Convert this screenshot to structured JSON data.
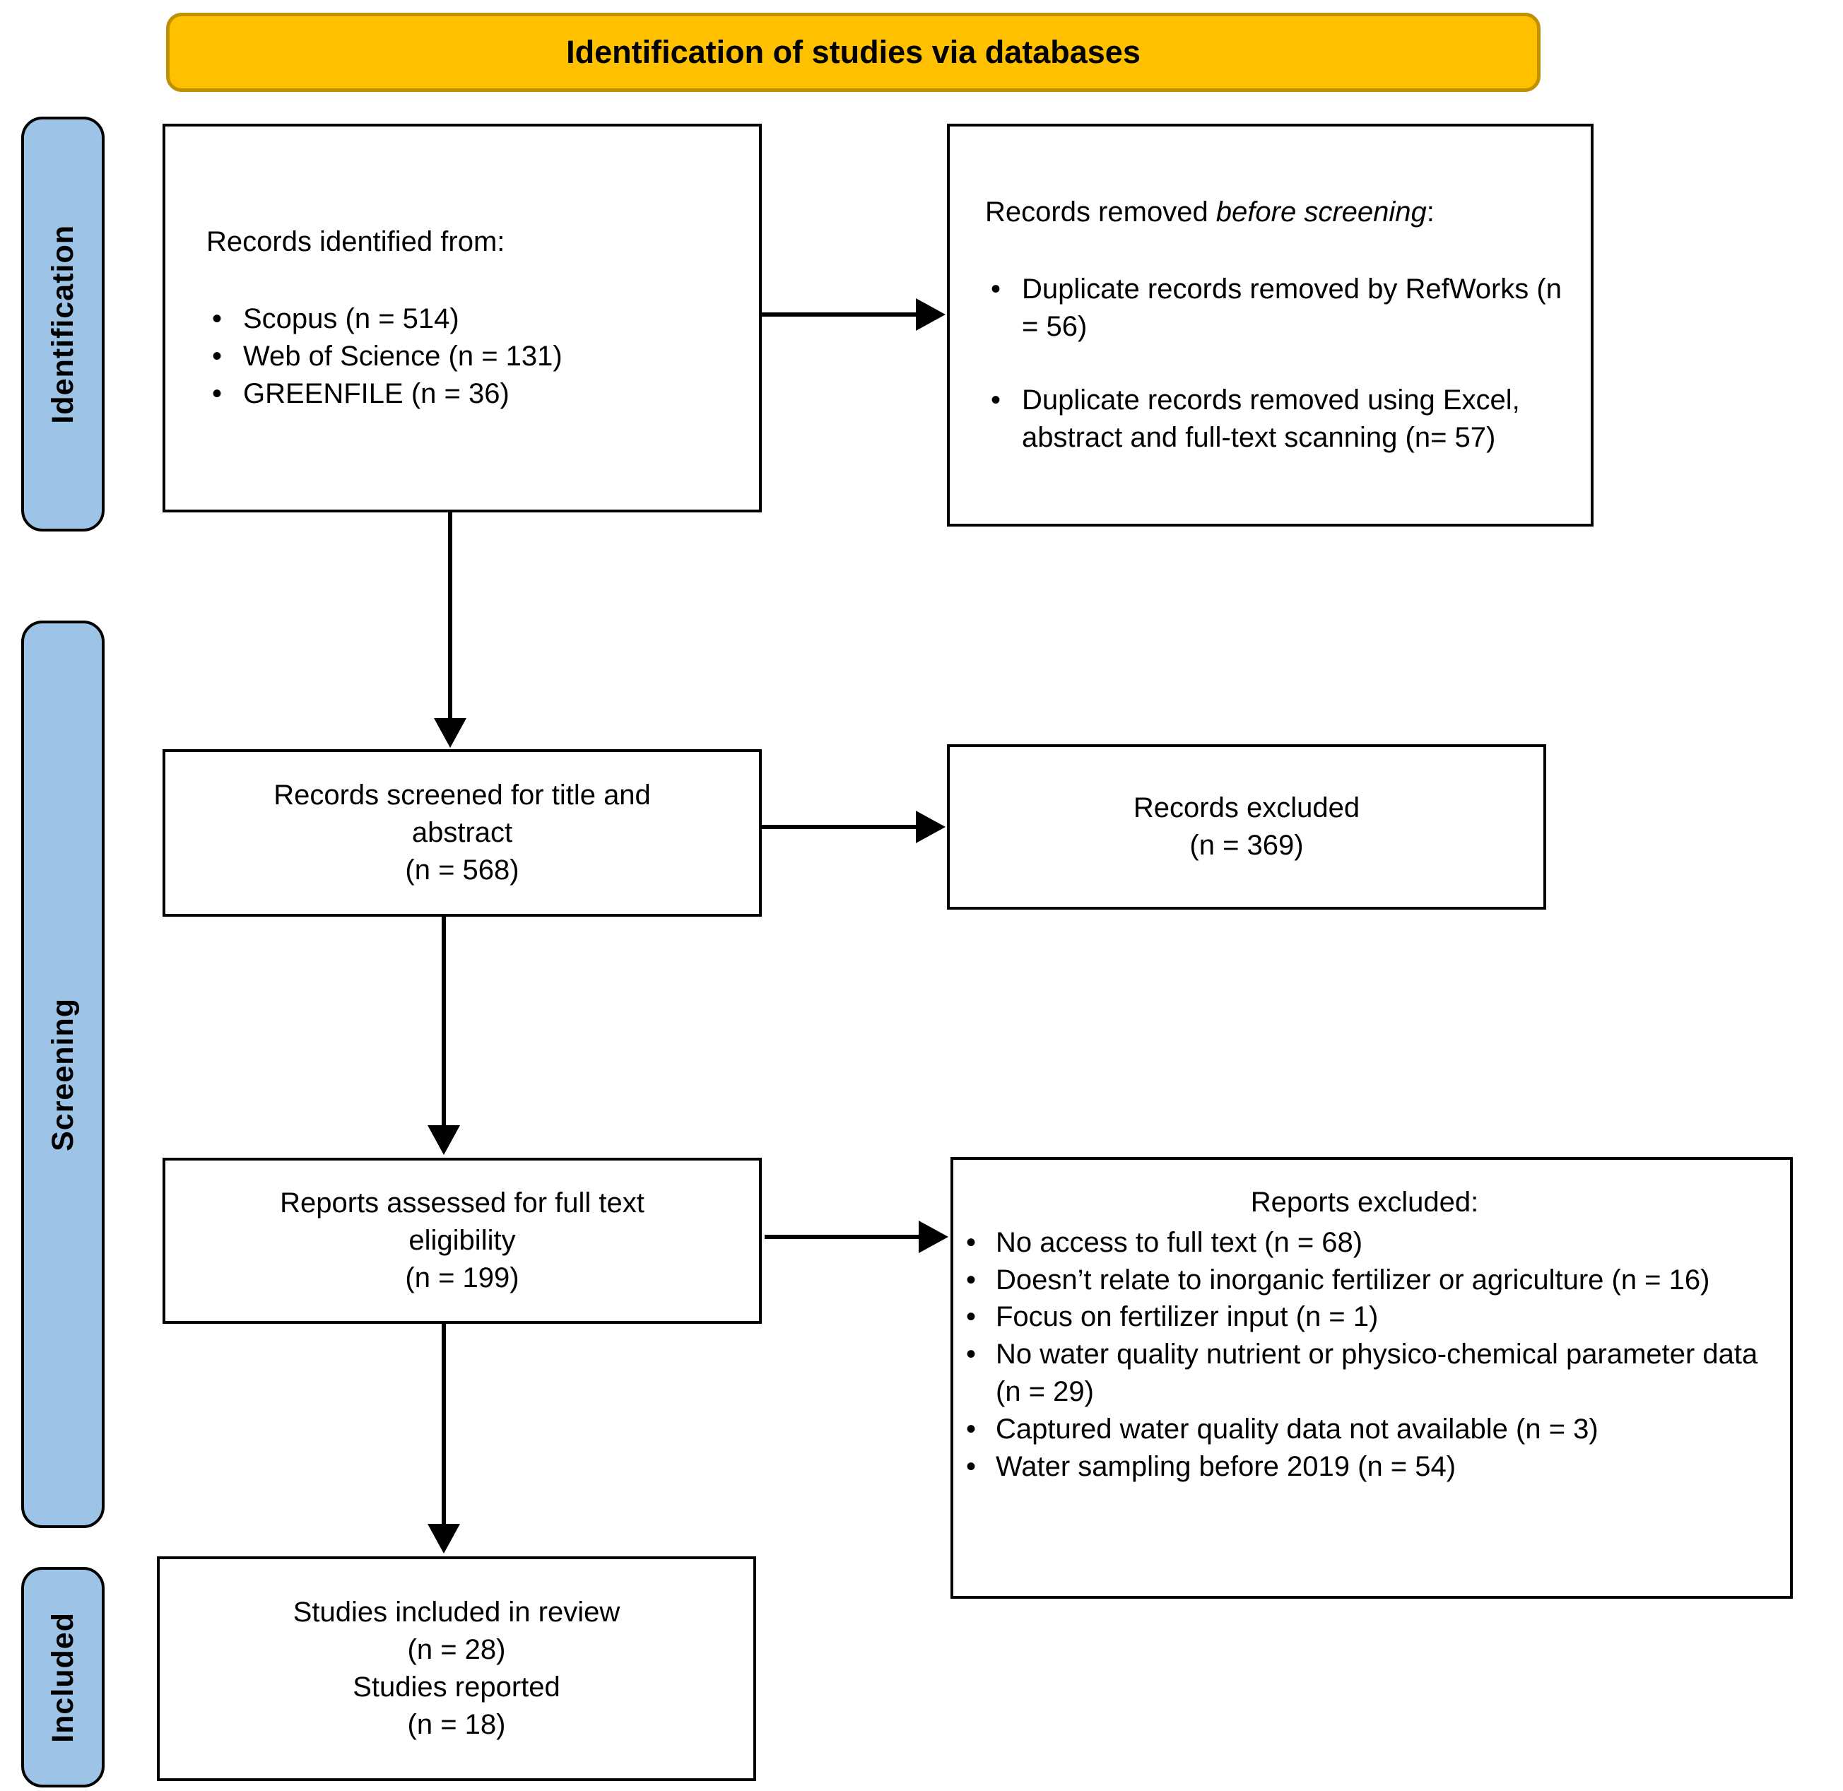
{
  "banner": {
    "title": "Identification of studies via databases"
  },
  "stages": [
    {
      "label": "Identification"
    },
    {
      "label": "Screening"
    },
    {
      "label": "Included"
    }
  ],
  "boxes": {
    "identified": {
      "title": "Records identified from:",
      "bullets": [
        "Scopus (n = 514)",
        "Web of Science (n = 131)",
        "GREENFILE (n = 36)"
      ]
    },
    "removed": {
      "title_prefix": "Records removed ",
      "title_italic": "before screening",
      "title_suffix": ":",
      "bullets": [
        "Duplicate records removed by RefWorks (n = 56)",
        "Duplicate records removed using Excel, abstract and full-text scanning (n= 57)"
      ]
    },
    "screened": {
      "lines": [
        "Records screened for title and",
        "abstract",
        "(n = 568)"
      ]
    },
    "records_excluded": {
      "lines": [
        "Records excluded",
        "(n = 369)"
      ]
    },
    "assessed": {
      "lines": [
        "Reports assessed for full text",
        "eligibility",
        "(n = 199)"
      ]
    },
    "reports_excluded": {
      "title": "Reports excluded:",
      "bullets": [
        "No access to full text (n = 68)",
        "Doesn’t relate to inorganic fertilizer or agriculture (n = 16)",
        "Focus on fertilizer input (n = 1)",
        "No water quality nutrient or physico-chemical parameter data (n = 29)",
        "Captured water quality data not available (n = 3)",
        "Water sampling before 2019 (n = 54)"
      ]
    },
    "included": {
      "lines": [
        "Studies included in review",
        "(n = 28)",
        "Studies reported",
        "(n = 18)"
      ]
    }
  },
  "colors": {
    "banner_fill": "#FFC000",
    "banner_border": "#BF9000",
    "stage_fill": "#9DC3E6",
    "box_border": "#000000",
    "arrow": "#000000"
  }
}
